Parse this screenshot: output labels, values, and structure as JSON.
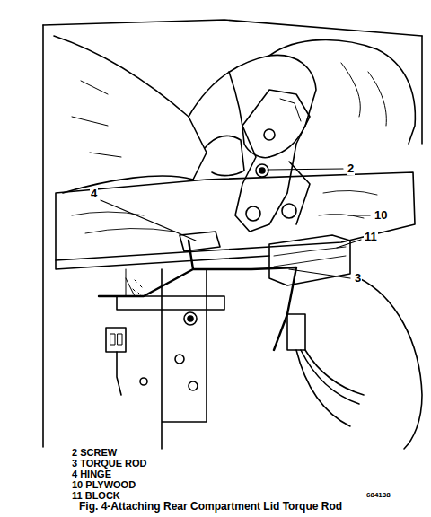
{
  "diagram": {
    "caption": "Fig. 4-Attaching Rear Compartment Lid Torque Rod",
    "labels": [
      "2",
      "4",
      "10",
      "11",
      "3",
      "2 SCREW",
      "3 TORQUE ROD",
      "4 HINGE",
      "10 PLYWOOD",
      "11 BLOCK",
      "684138"
    ]
  }
}
